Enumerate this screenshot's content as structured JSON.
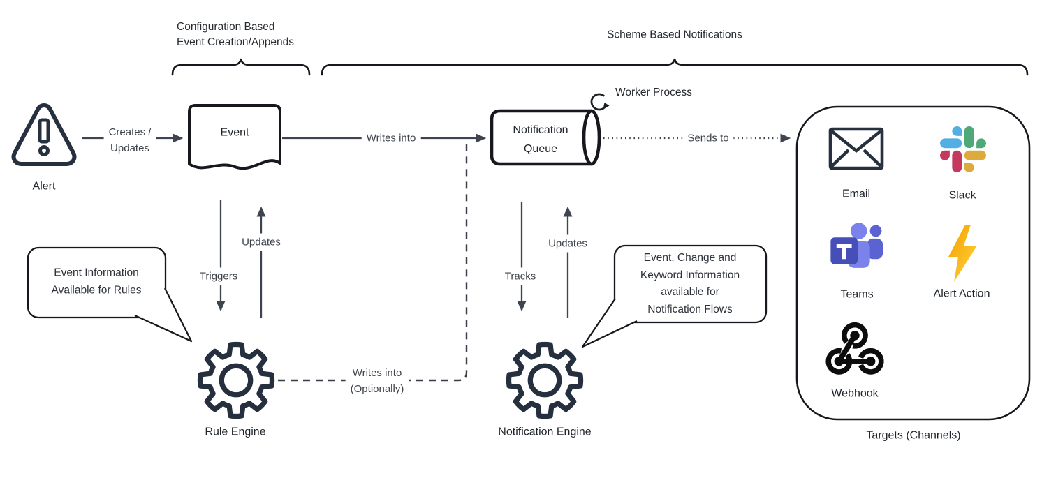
{
  "braces": {
    "config": "Configuration Based\nEvent Creation/Appends",
    "scheme": "Scheme Based Notifications"
  },
  "nodes": {
    "alert": "Alert",
    "event": "Event",
    "queue": "Notification\nQueue",
    "worker": "Worker Process",
    "rule_engine": "Rule Engine",
    "notification_engine": "Notification Engine",
    "targets_caption": "Targets (Channels)"
  },
  "edges": {
    "creates": "Creates /\nUpdates",
    "writes_into": "Writes into",
    "sends_to": "Sends to",
    "triggers": "Triggers",
    "updates_left": "Updates",
    "tracks": "Tracks",
    "updates_right": "Updates",
    "writes_optionally": "Writes into\n(Optionally)"
  },
  "callouts": {
    "rules": "Event Information\nAvailable for Rules",
    "flows": "Event, Change and\nKeyword Information\navailable for\nNotification Flows"
  },
  "targets": [
    {
      "label": "Email",
      "icon": "email-icon"
    },
    {
      "label": "Slack",
      "icon": "slack-icon"
    },
    {
      "label": "Teams",
      "icon": "teams-icon"
    },
    {
      "label": "Alert Action",
      "icon": "alert-action-icon"
    },
    {
      "label": "Webhook",
      "icon": "webhook-icon"
    }
  ],
  "colors": {
    "icon_navy": "#27303f",
    "line_gray": "#3f4550",
    "shape_black": "#16181d",
    "slack_blue": "#53aee3",
    "slack_green": "#4ea878",
    "slack_red": "#c33a5e",
    "slack_yellow": "#dcab3c",
    "teams_light": "#7b83eb",
    "teams_mid": "#5b63d3",
    "teams_dark": "#464eb8",
    "bolt_top": "#f59f00",
    "bolt_bottom": "#ffd43b",
    "webhook_black": "#0d0d0d"
  }
}
